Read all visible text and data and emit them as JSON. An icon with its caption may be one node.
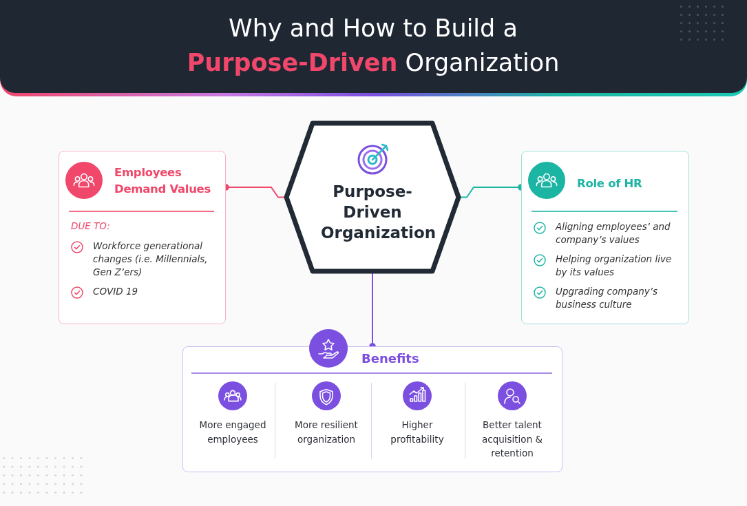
{
  "diagram": {
    "title": "Why and How to Build a **Purpose-Driven** Organization",
    "nodes": [
      {
        "text": [
          "Employees Demand Values",
          "DUE TO:",
          "Workforce generational changes (i.e. Millennials, Gen Z’ers)",
          "COVID 19"
        ]
      },
      {
        "text": [
          "Purpose-Driven Organization"
        ]
      },
      {
        "text": [
          "Role of HR",
          "Aligning employees’ and company’s values",
          "Helping organization live by its values",
          "Upgrading company’s business culture"
        ]
      },
      {
        "text": [
          "Benefits"
        ]
      },
      {
        "text": [
          "More engaged employees"
        ],
        "in": 3
      },
      {
        "text": [
          "More resilient organization"
        ],
        "in": 3
      },
      {
        "text": [
          "Higher profitability"
        ],
        "in": 3
      },
      {
        "text": [
          "Better talent acquisition & retention"
        ],
        "in": 3
      }
    ],
    "edges": [
      {
        "from": 1,
        "to": 0,
        "arrow": "other",
        "color": "#f0476a"
      },
      {
        "from": 1,
        "to": 2,
        "arrow": "other",
        "color": "#1cb5a3"
      },
      {
        "from": 1,
        "to": 3,
        "arrow": "other",
        "color": "#7b4fe0"
      }
    ]
  }
}
